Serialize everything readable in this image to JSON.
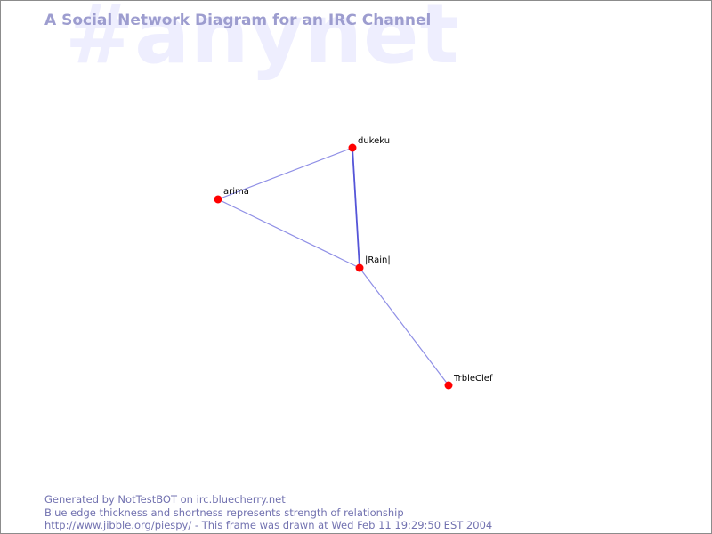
{
  "watermark": "#anynet",
  "title": "A Social Network Diagram for an IRC Channel",
  "graph": {
    "nodes": [
      {
        "id": "dukeku",
        "label": "dukeku"
      },
      {
        "id": "arima",
        "label": "arima"
      },
      {
        "id": "rain",
        "label": "|Rain|"
      },
      {
        "id": "trbleclef",
        "label": "TrbleClef"
      }
    ],
    "edges": [
      {
        "source": "dukeku",
        "target": "arima",
        "strength": "normal"
      },
      {
        "source": "dukeku",
        "target": "rain",
        "strength": "strong"
      },
      {
        "source": "arima",
        "target": "rain",
        "strength": "normal"
      },
      {
        "source": "rain",
        "target": "trbleclef",
        "strength": "normal"
      }
    ],
    "colors": {
      "node": "#ff0000",
      "edge": "#8f8fe6",
      "edge_strong": "#5555d8",
      "label": "#000000"
    }
  },
  "footer": {
    "line1": "Generated by NotTestBOT on irc.bluecherry.net",
    "line2": "Blue edge thickness and shortness represents strength of relationship",
    "line3": "http://www.jibble.org/piespy/ - This frame was drawn at Wed Feb 11 19:29:50 EST 2004"
  }
}
